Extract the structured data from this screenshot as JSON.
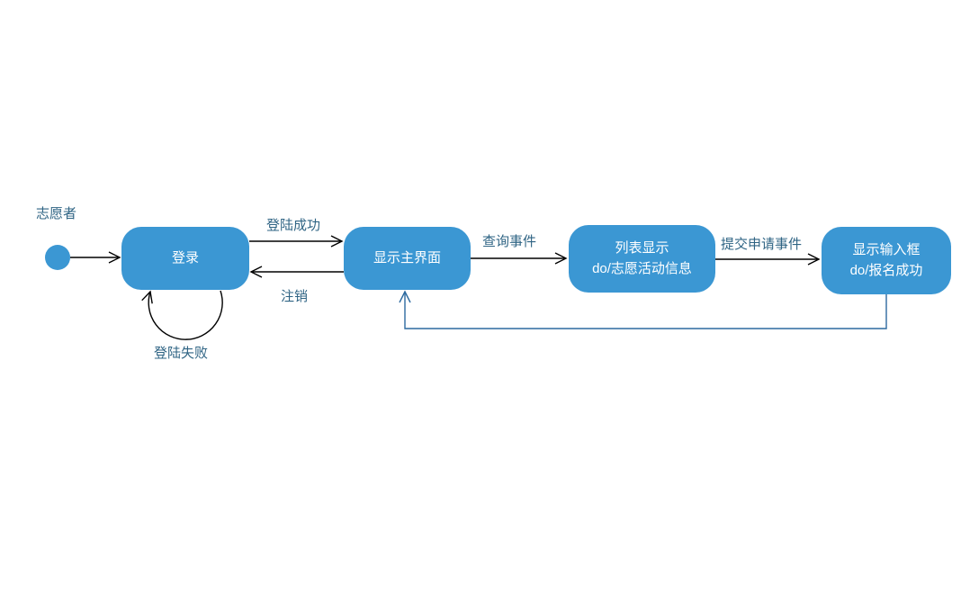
{
  "diagram": {
    "actor_label": "志愿者",
    "states": [
      {
        "id": "login",
        "lines": [
          "登录",
          ""
        ]
      },
      {
        "id": "main",
        "lines": [
          "显示主界面",
          ""
        ]
      },
      {
        "id": "list",
        "lines": [
          "列表显示",
          "do/志愿活动信息"
        ]
      },
      {
        "id": "input",
        "lines": [
          "显示输入框",
          "do/报名成功"
        ]
      }
    ],
    "transitions": {
      "login_success": "登陆成功",
      "logout": "注销",
      "login_fail": "登陆失败",
      "query": "查询事件",
      "submit": "提交申请事件"
    },
    "colors": {
      "state_fill": "#3b97d3",
      "label_text": "#2f6484",
      "state_text": "#ffffff",
      "connector": "#000000",
      "return_connector": "#2d6a9f"
    }
  }
}
